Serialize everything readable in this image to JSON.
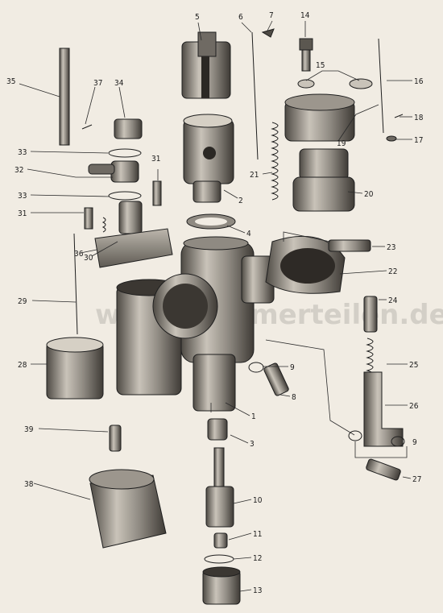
{
  "diagram": {
    "type": "exploded-parts-diagram",
    "watermark": "www.oldtimerteilen.de",
    "callouts": [
      "1",
      "2",
      "3",
      "4",
      "5",
      "6",
      "7",
      "8",
      "9",
      "10",
      "11",
      "12",
      "13",
      "14",
      "15",
      "16",
      "17",
      "18",
      "19",
      "20",
      "21",
      "22",
      "23",
      "24",
      "25",
      "26",
      "27",
      "28",
      "29",
      "30",
      "31",
      "32",
      "33",
      "34",
      "35",
      "36",
      "37",
      "38",
      "39"
    ]
  },
  "colors": {
    "paper": "#f1ece3",
    "metal_dark": "#5b5750",
    "metal_mid": "#8f8a82",
    "metal_light": "#c9c3b9",
    "ink": "#1a1a1a"
  }
}
